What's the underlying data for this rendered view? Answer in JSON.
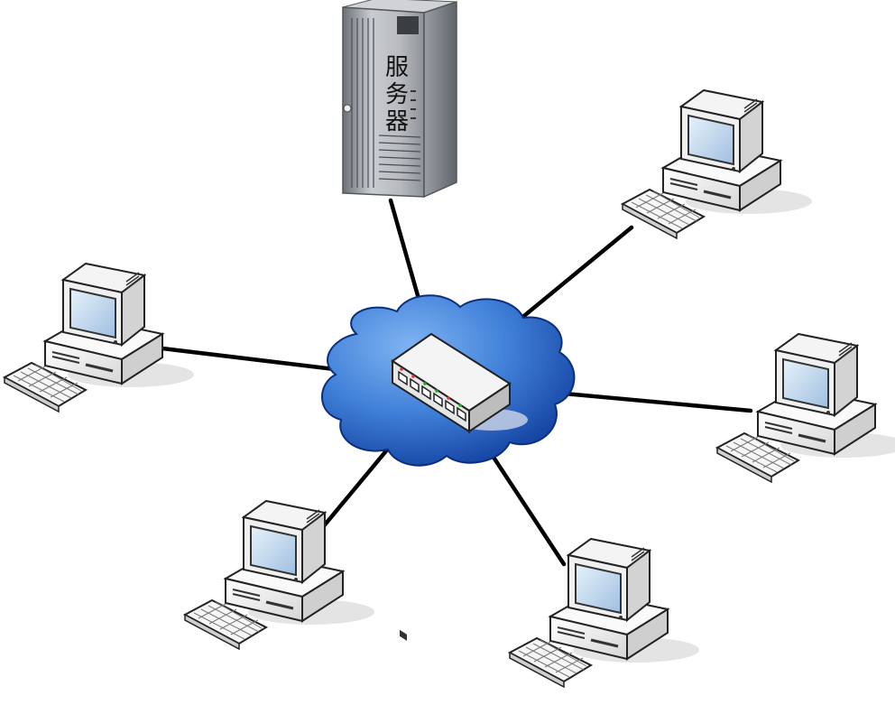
{
  "diagram": {
    "type": "star-network-topology",
    "center": {
      "label": "",
      "kind": "switch-in-cloud"
    },
    "server": {
      "label_lines": [
        "服",
        "务",
        "器"
      ],
      "icon": "server-tower-icon"
    },
    "clients": [
      {
        "id": "pc-top-right",
        "icon": "computer-icon"
      },
      {
        "id": "pc-right",
        "icon": "computer-icon"
      },
      {
        "id": "pc-bottom-right",
        "icon": "computer-icon"
      },
      {
        "id": "pc-bottom-left",
        "icon": "computer-icon"
      },
      {
        "id": "pc-left",
        "icon": "computer-icon"
      }
    ],
    "colors": {
      "cloud_light": "#6aa4ea",
      "cloud_dark": "#0f3a9a",
      "link": "#000000",
      "server_body": "#a9adb3"
    }
  }
}
